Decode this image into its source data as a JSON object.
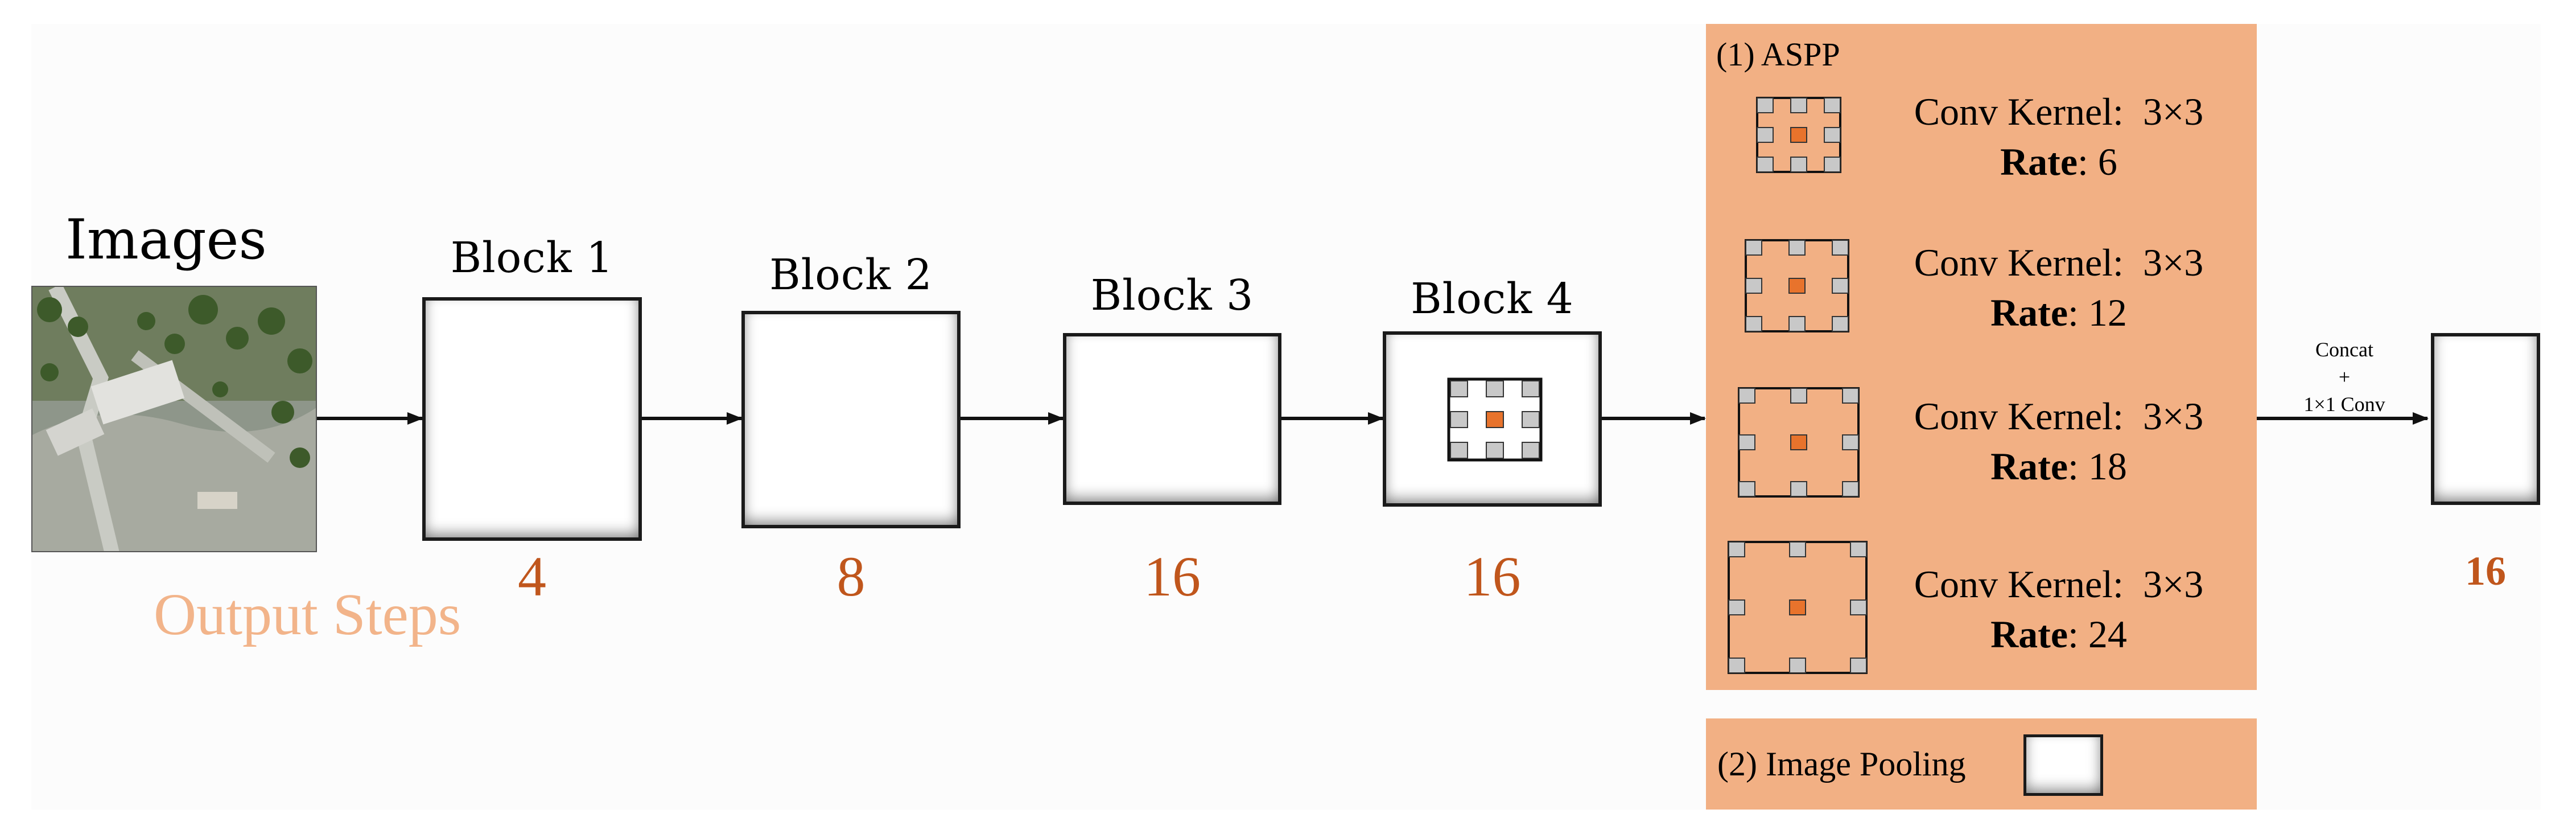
{
  "input": {
    "title": "Images"
  },
  "legend": {
    "output_steps": "Output Steps"
  },
  "blocks": [
    {
      "label": "Block 1",
      "output_step": "4"
    },
    {
      "label": "Block 2",
      "output_step": "8"
    },
    {
      "label": "Block 3",
      "output_step": "16"
    },
    {
      "label": "Block 4",
      "output_step": "16"
    }
  ],
  "aspp": {
    "title": "(1) ASPP",
    "branches": [
      {
        "kernel_label": "Conv Kernel:",
        "kernel_size": "3×3",
        "rate_label": "Rate",
        "rate": ": 6"
      },
      {
        "kernel_label": "Conv Kernel:",
        "kernel_size": "3×3",
        "rate_label": "Rate",
        "rate": ": 12"
      },
      {
        "kernel_label": "Conv Kernel:",
        "kernel_size": "3×3",
        "rate_label": "Rate",
        "rate": ": 18"
      },
      {
        "kernel_label": "Conv Kernel:",
        "kernel_size": "3×3",
        "rate_label": "Rate",
        "rate": ": 24"
      }
    ]
  },
  "pooling": {
    "title": "(2) Image Pooling"
  },
  "fusion": {
    "line1": "Concat",
    "line2": "+",
    "line3": "1×1 Conv"
  },
  "output": {
    "output_step": "16"
  },
  "colors": {
    "panel": "#f2b084",
    "step_text": "#c0561c",
    "legend_text": "#f2b48a",
    "kernel_center": "#e8732c",
    "kernel_tap": "#c8c8c8"
  }
}
